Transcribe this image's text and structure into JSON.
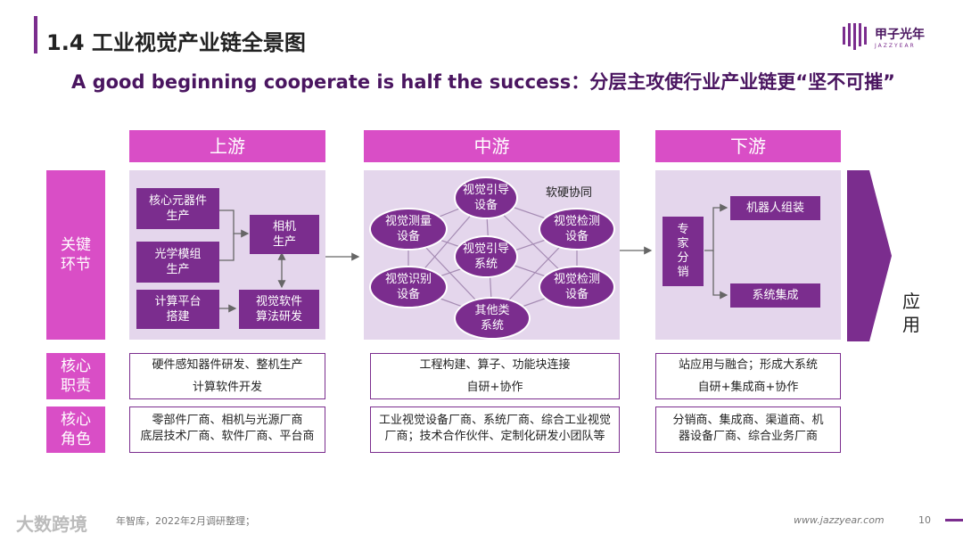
{
  "header": {
    "title": "1.4 工业视觉产业链全景图",
    "subtitle": "A good beginning cooperate is half  the success：分层主攻使行业产业链更“坚不可摧”",
    "logo_text": "甲子光年",
    "logo_sub": "JAZZYEAR"
  },
  "columns": {
    "upstream": "上游",
    "midstream": "中游",
    "downstream": "下游"
  },
  "rows": {
    "key_links": "关键\n环节",
    "core_duty": "核心\n职责",
    "core_role": "核心\n角色"
  },
  "upstream": {
    "core_components": "核心元器件\n生产",
    "optics": "光学模组\n生产",
    "compute": "计算平台\n搭建",
    "camera": "相机\n生产",
    "software": "视觉软件\n算法研发"
  },
  "midstream": {
    "label": "软硬协同",
    "guide_device": "视觉引导\n设备",
    "measure_device": "视觉测量\n设备",
    "inspect_device_1": "视觉检测\n设备",
    "guide_system": "视觉引导\n系统",
    "recognize_device": "视觉识别\n设备",
    "inspect_device_2": "视觉检测\n设备",
    "other_system": "其他类\n系统"
  },
  "downstream": {
    "expert": "专\n家\n分\n销",
    "robot": "机器人组装",
    "integration": "系统集成"
  },
  "application": "应\n用",
  "duty": {
    "up_line1": "硬件感知器件研发、整机生产",
    "up_line2": "计算软件开发",
    "mid_line1": "工程构建、算子、功能块连接",
    "mid_line2": "自研+协作",
    "down_line1": "站应用与融合；形成大系统",
    "down_line2": "自研+集成商+协作"
  },
  "role": {
    "up": "零部件厂商、相机与光源厂商\n底层技术厂商、软件厂商、平台商",
    "mid": "工业视觉设备厂商、系统厂商、综合工业视觉\n厂商；技术合作伙伴、定制化研发小团队等",
    "down": "分销商、集成商、渠道商、机\n器设备厂商、综合业务厂商"
  },
  "footer": {
    "source": "年智库，2022年2月调研整理；",
    "watermark": "大数跨境",
    "url": "www.jazzyear.com",
    "page": "10"
  },
  "colors": {
    "magenta": "#d94ec6",
    "purple": "#7b2d8e",
    "panel": "#e4d6ec"
  }
}
